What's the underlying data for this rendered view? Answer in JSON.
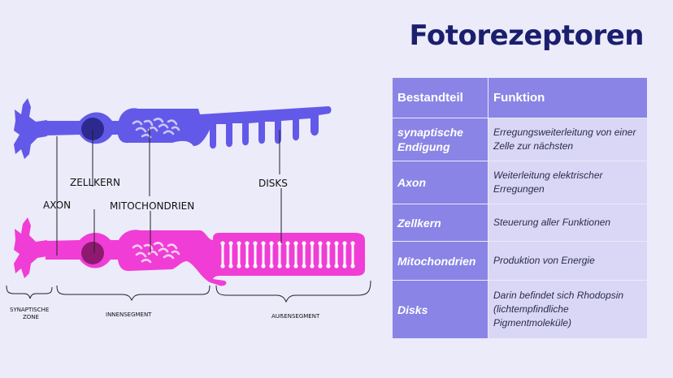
{
  "title": "Fotorezeptoren",
  "diagram": {
    "labels": {
      "zellkern": "ZELLKERN",
      "axon": "AXON",
      "mitochondrien": "MITOCHONDRIEN",
      "disks": "DISKS"
    },
    "regions": {
      "synaptic_line1": "SYNAPTISCHE",
      "synaptic_line2": "ZONE",
      "inner": "INNENSEGMENT",
      "outer": "AUẞENSEGMENT"
    },
    "colors": {
      "upper_cell": "#6359e8",
      "lower_cell": "#f03dd6",
      "upper_nucleus": "#2c2a8f",
      "lower_nucleus": "#8e1a70"
    }
  },
  "table": {
    "headers": [
      "Bestandteil",
      "Funktion"
    ],
    "rows": [
      {
        "part": "synaptische Endigung",
        "function": "Erregungsweiterleitung von einer Zelle zur nächsten"
      },
      {
        "part": "Axon",
        "function": "Weiterleitung elektrischer Erregungen"
      },
      {
        "part": "Zellkern",
        "function": "Steuerung aller Funktionen"
      },
      {
        "part": "Mitochondrien",
        "function": "Produktion von Energie"
      },
      {
        "part": "Disks",
        "function": "Darin befindet sich Rhodopsin (lichtempfindliche Pigmentmoleküle)"
      }
    ],
    "colors": {
      "header_bg": "#8a84e6",
      "cell_bg": "#d9d7f5"
    }
  }
}
